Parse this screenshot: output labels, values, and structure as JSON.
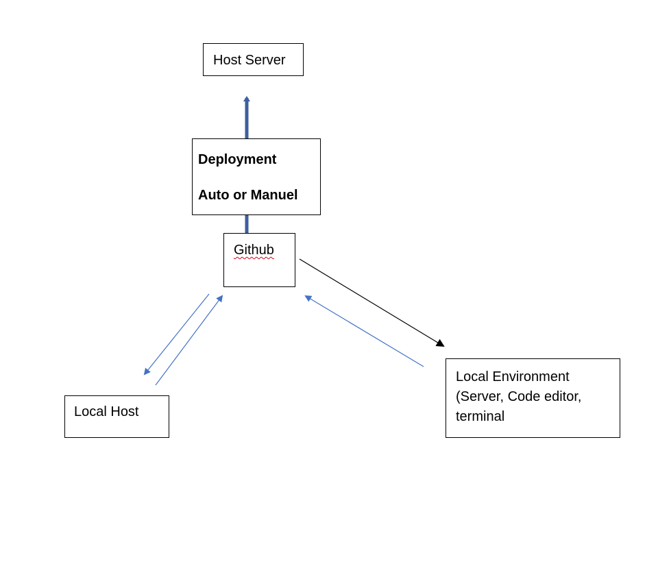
{
  "diagram": {
    "nodes": {
      "host_server": {
        "label": "Host Server"
      },
      "deployment": {
        "line1": "Deployment",
        "line2": "Auto or Manuel"
      },
      "github": {
        "label": "Github"
      },
      "local_host": {
        "label": "Local Host"
      },
      "local_environment": {
        "line1": "Local Environment",
        "line2": "(Server, Code editor,",
        "line3": "terminal"
      }
    },
    "colors": {
      "deploy_arrow": "#3d5f9e",
      "flow_arrow": "#4472c4",
      "push_arrow": "#000000",
      "spellcheck_underline": "#d0021b"
    },
    "edges": [
      {
        "from": "github",
        "to": "host_server",
        "style": "thick-blue",
        "via": "deployment"
      },
      {
        "from": "github",
        "to": "local_host",
        "style": "thin-blue"
      },
      {
        "from": "local_host",
        "to": "github",
        "style": "thin-blue"
      },
      {
        "from": "github",
        "to": "local_environment",
        "style": "thin-black"
      },
      {
        "from": "local_environment",
        "to": "github",
        "style": "thin-blue"
      }
    ]
  }
}
